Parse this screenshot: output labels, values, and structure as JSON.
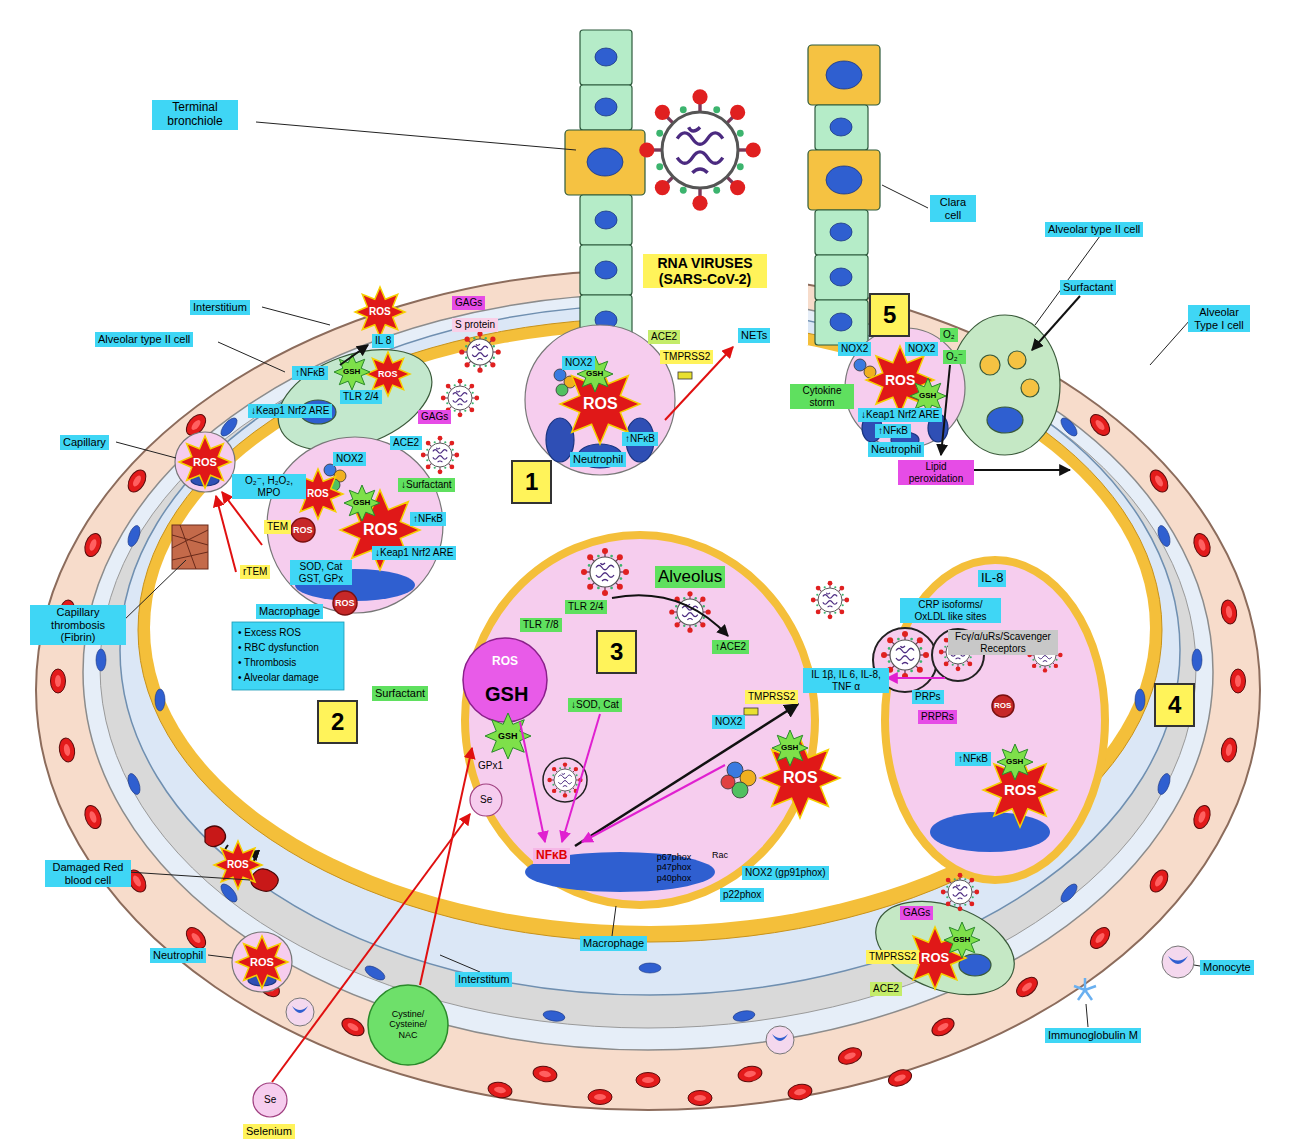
{
  "diagram": {
    "labels": [
      "Terminal bronchiole",
      "RNA VIRUSES (SARS-CoV-2)",
      "Clara cell",
      "Interstitium",
      "Alveolar type II cell",
      "ROS",
      "IL 8",
      "GAGs",
      "S protein",
      "↑NFκB",
      "GSH",
      "ROS",
      "TLR 2/4",
      "↓Keap1 Nrf2 ARE",
      "GAGs",
      "ACE2",
      "NOX2",
      "↓Surfactant",
      "Capillary",
      "ROS",
      "O₂⁻, H₂O₂, MPO",
      "ROS",
      "GSH",
      "TEM",
      "↑NFκB",
      "ROS",
      "ROS",
      "↓Keap1 Nrf2 ARE",
      "rTEM",
      "SOD, Cat GST, GPx",
      "Capillary thrombosis (Fibrin)",
      "Macrophage",
      "ROS",
      "• Excess ROS",
      "• RBC dysfunction",
      "• Thrombosis",
      "• Alveolar damage",
      "Surfactant",
      "2",
      "ROS",
      "Damaged Red blood cell",
      "Neutrophil",
      "ROS",
      "Selenium",
      "Se",
      "Cystine/ Cysteine/ NAC",
      "Interstitum",
      "NOX2",
      "GSH",
      "ROS",
      "ACE2",
      "TMPRSS2",
      "NETs",
      "↑NFκB",
      "Neutrophil",
      "1",
      "Cytokine storm",
      "5",
      "NOX2",
      "NOX2",
      "O₂",
      "O₂⁻",
      "ROS",
      "GSH",
      "↓Keap1 Nrf2 ARE",
      "↑NFκB",
      "Neutrophil",
      "Lipid peroxidation",
      "Alveolar type II cell",
      "Surfactant",
      "Alveolar Type I cell",
      "IL-8",
      "CRP isoforms/ OxLDL like sites",
      "Fcγ/α/uRs/Scavenger Receptors",
      "PRPs",
      "PRPRs",
      "ROS",
      "↑NFκB",
      "GSH",
      "ROS",
      "4",
      "IL 1β, IL 6, IL-8, TNF α",
      "Alveolus",
      "TLR 2/4",
      "TLR 7/8",
      "3",
      "↑ACE2",
      "ROS",
      "GSH",
      "TMPRSS2",
      "↓SOD, Cat",
      "NOX2",
      "GSH",
      "GSH",
      "ROS",
      "GPx1",
      "Se",
      "NFκB",
      "Rac",
      "p67phox p47phox p40phox",
      "NOX2 (gp91phox)",
      "p22phox",
      "Macrophage",
      "GAGs",
      "TMPRSS2",
      "ROS",
      "GSH",
      "ACE2",
      "Monocyte",
      "Immunoglobulin M"
    ]
  }
}
